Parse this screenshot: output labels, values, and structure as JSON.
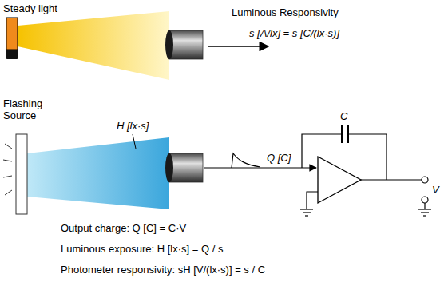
{
  "diagram": {
    "labels": [
      "Steady light",
      "Luminous Responsivity",
      "s [A/lx] = s [C/(lx·s)]",
      "Flashing Source",
      "H [lx·s]",
      "Q [C]",
      "C",
      "V",
      "Output charge: Q [C] = C·V",
      "Luminous exposure: H [lx·s] = Q / s",
      "Photometer responsivity: sH [V/(lx·s)] = s / C"
    ]
  }
}
